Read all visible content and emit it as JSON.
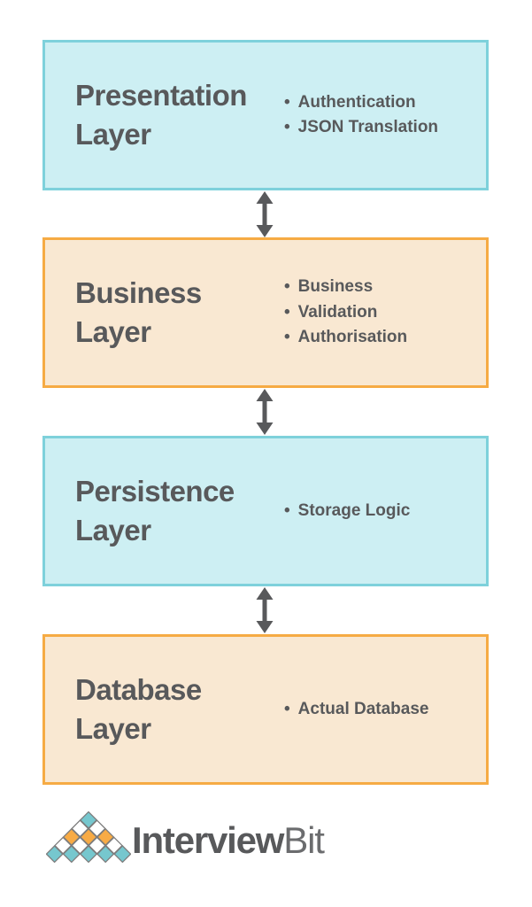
{
  "layers": [
    {
      "title": "Presentation Layer",
      "bullets": [
        "Authentication",
        "JSON Translation"
      ],
      "theme": "cyan"
    },
    {
      "title": "Business Layer",
      "bullets": [
        "Business",
        "Validation",
        "Authorisation"
      ],
      "theme": "orange"
    },
    {
      "title": "Persistence Layer",
      "bullets": [
        "Storage Logic"
      ],
      "theme": "cyan"
    },
    {
      "title": "Database Layer",
      "bullets": [
        "Actual Database"
      ],
      "theme": "orange"
    }
  ],
  "logo": {
    "brand_bold": "Interview",
    "brand_light": "Bit"
  },
  "colors": {
    "cyan_fill": "#cdeff3",
    "cyan_border": "#7ed1db",
    "orange_fill": "#f9e8d2",
    "orange_border": "#f6ab44",
    "text": "#58595b",
    "arrow": "#58595b",
    "logo_teal": "#76c7ce",
    "logo_orange": "#f8ab45",
    "logo_white": "#ffffff",
    "logo_stroke": "#7c7c7c"
  }
}
